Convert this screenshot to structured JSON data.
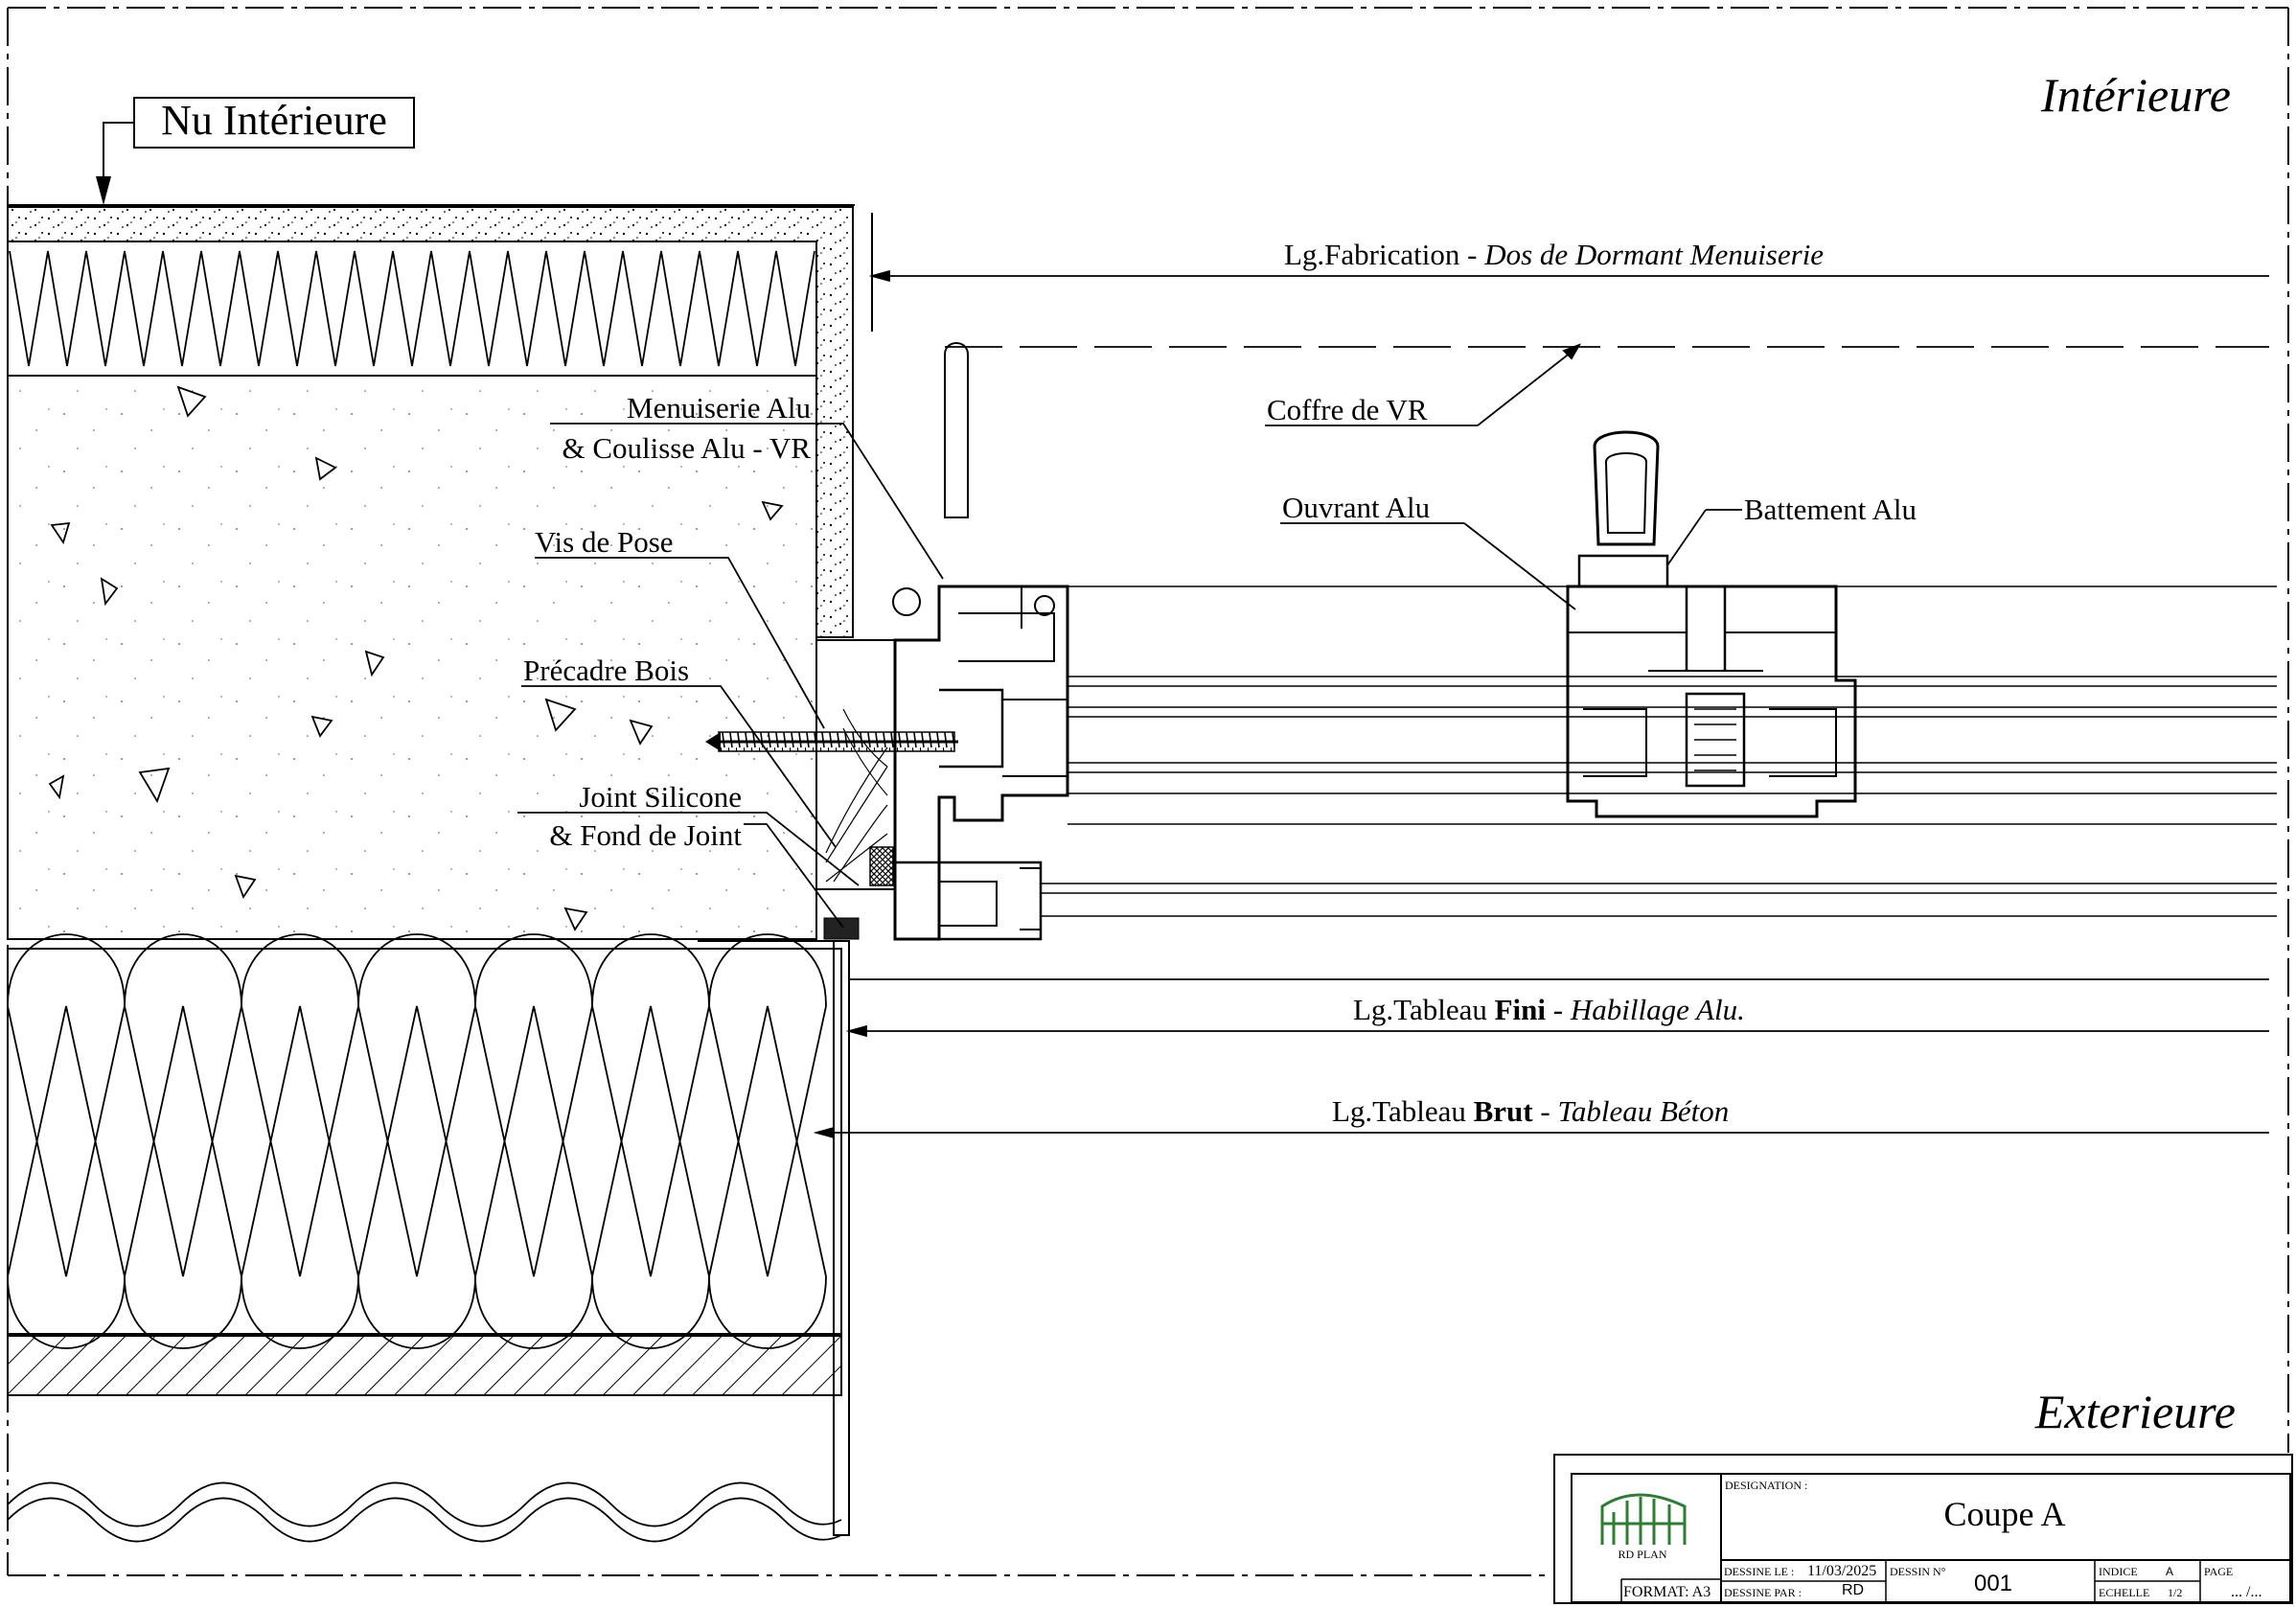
{
  "zones": {
    "interior": "Intérieure",
    "exterior": "Exterieure"
  },
  "tag": "Nu Intérieure",
  "dimensions": {
    "fabrication": {
      "prefix": "Lg.Fabrication - ",
      "italic": "Dos de Dormant Menuiserie"
    },
    "fini": {
      "prefix": "Lg.Tableau ",
      "bold": "Fini",
      "sep": " - ",
      "italic": "Habillage Alu."
    },
    "brut": {
      "prefix": "Lg.Tableau ",
      "bold": "Brut",
      "sep": " - ",
      "italic": "Tableau Béton"
    }
  },
  "labels": {
    "menuiserie_1": "Menuiserie Alu",
    "menuiserie_2": "& Coulisse Alu - VR",
    "vis": "Vis de Pose",
    "precadre": "Précadre Bois",
    "joint_1": "Joint Silicone",
    "joint_2": "& Fond de Joint",
    "coffre": "Coffre de VR",
    "ouvrant": "Ouvrant Alu",
    "battement": "Battement Alu"
  },
  "title_block": {
    "designation_label": "DESIGNATION :",
    "designation": "Coupe A",
    "logo_text": "RD PLAN",
    "format": "FORMAT: A3",
    "dessine_le_label": "DESSINE LE :",
    "dessine_le": "11/03/2025",
    "dessine_par_label": "DESSINE PAR :",
    "dessine_par": "RD",
    "dessin_no_label": "DESSIN N°",
    "dessin_no": "001",
    "indice_label": "INDICE",
    "indice": "A",
    "echelle_label": "ECHELLE",
    "echelle": "1/2",
    "page_label": "PAGE",
    "page": "... /..."
  },
  "colors": {
    "ink": "#000000",
    "logo_green": "#2e7d32"
  }
}
